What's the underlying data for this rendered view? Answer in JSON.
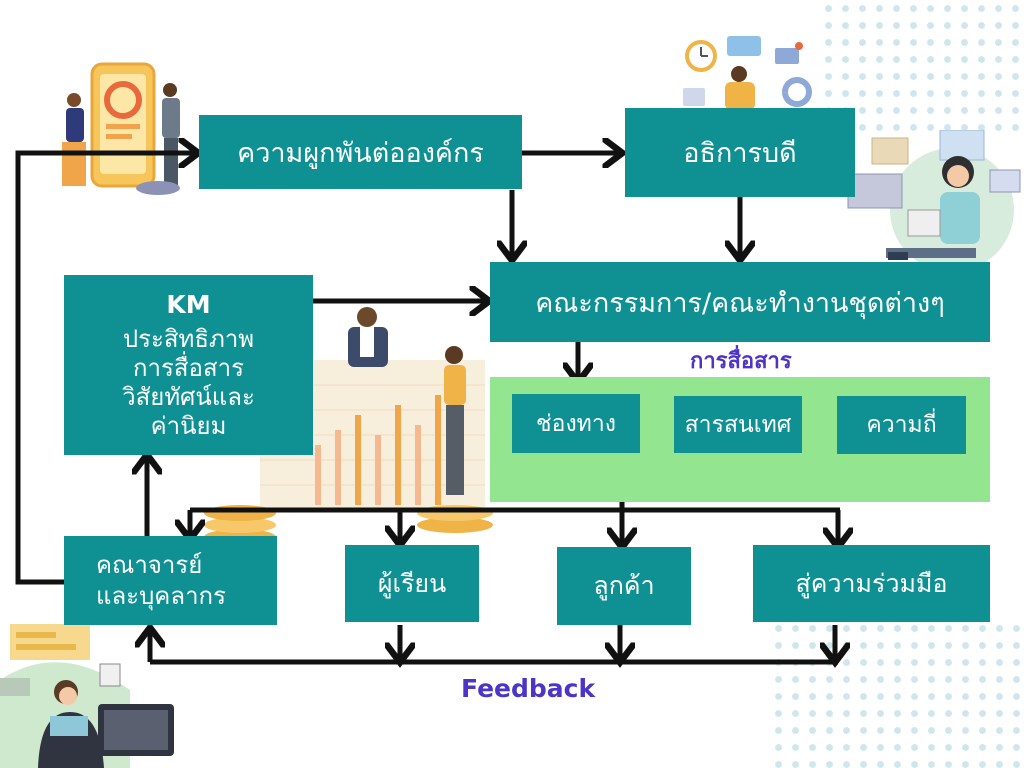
{
  "nodes": {
    "engagement": "ความผูกพันต่อองค์กร",
    "director": "อธิการบดี",
    "committee": "คณะกรรมการ/คณะทำงานชุดต่างๆ",
    "km_title": "KM",
    "km_lines": [
      "ประสิทธิภาพ",
      "การสื่อสาร",
      "วิสัยทัศน์และ",
      "ค่านิยม"
    ],
    "channel": "ช่องทาง",
    "information": "สารสนเทศ",
    "frequency": "ความถี่",
    "faculty_lines": [
      "คณาจารย์",
      "และบุคลากร"
    ],
    "learners": "ผู้เรียน",
    "customers": "ลูกค้า",
    "collaboration": "สู่ความร่วมมือ"
  },
  "labels": {
    "communication": "การสื่อสาร",
    "feedback": "Feedback"
  },
  "colors": {
    "box": "#0f9193",
    "panel": "#93e58f",
    "accent_text": "#4b35c9",
    "arrow": "#111111"
  }
}
